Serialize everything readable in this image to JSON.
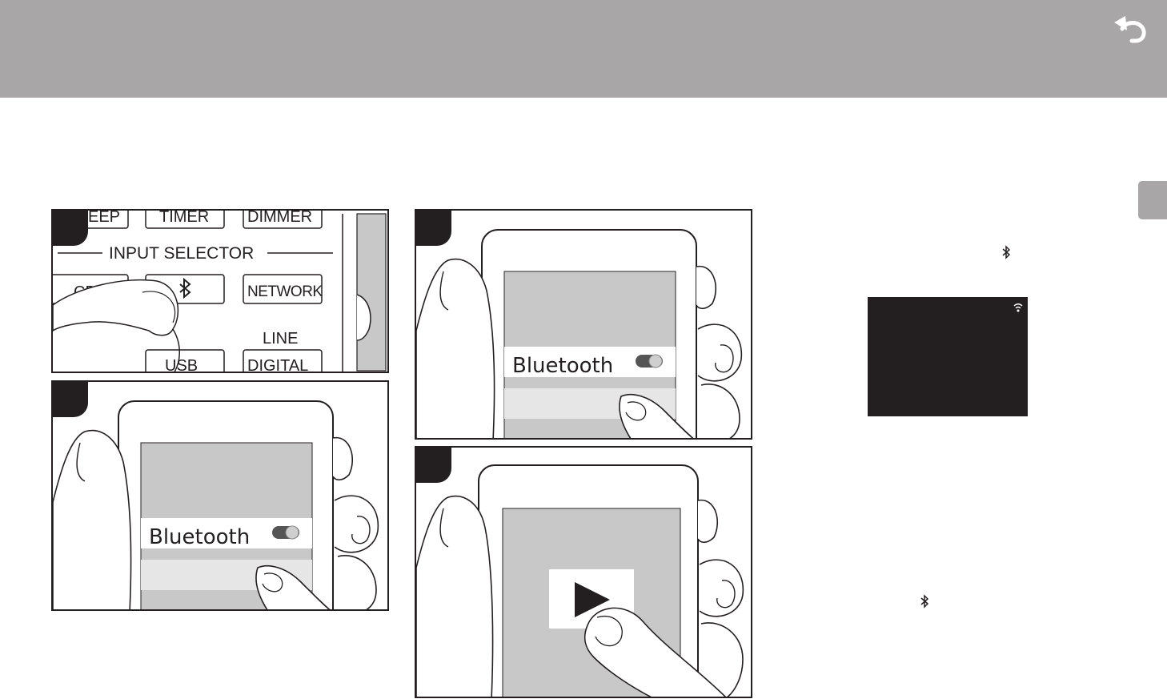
{
  "header": {
    "back_icon": "back-arrow-icon",
    "background": "#a8a6a7"
  },
  "panel_remote": {
    "top_buttons": [
      "EEP",
      "TIMER",
      "DIMMER"
    ],
    "group_title": "INPUT SELECTOR",
    "row_buttons": [
      "CD",
      "NETWORK"
    ],
    "bluetooth_icon": "bluetooth-icon",
    "line_label": "LINE",
    "bottom_buttons": [
      "USB",
      "DIGITAL"
    ]
  },
  "panel_settings_left": {
    "setting_label": "Bluetooth",
    "toggle_icon": "toggle-switch-icon"
  },
  "panel_settings_right": {
    "setting_label": "Bluetooth",
    "toggle_icon": "toggle-switch-icon"
  },
  "panel_play": {
    "play_icon": "play-icon"
  },
  "display": {
    "status_icon": "wifi-icon",
    "background": "#231f20"
  },
  "inline_icons": [
    "bluetooth-icon",
    "bluetooth-icon"
  ],
  "colors": {
    "ink": "#231f20",
    "gray": "#a8a6a7",
    "screen_gray": "#c8c8c8"
  }
}
